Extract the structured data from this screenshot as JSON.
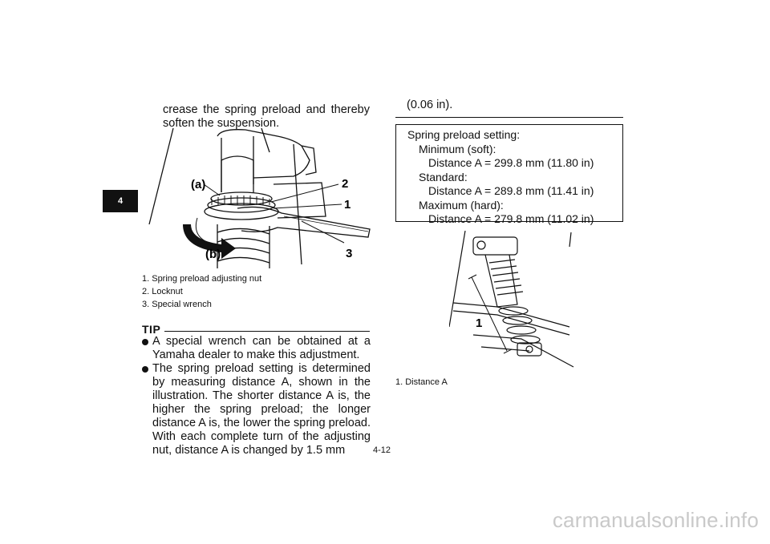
{
  "chapter_tab": "4",
  "left_column": {
    "intro_text": "crease the spring preload and thereby soften the suspension.",
    "figure1": {
      "label_a": "(a)",
      "label_b": "(b)",
      "callout_1": "1",
      "callout_2": "2",
      "callout_3": "3"
    },
    "figure1_captions": [
      "1.  Spring preload adjusting nut",
      "2.  Locknut",
      "3.  Special wrench"
    ],
    "tip": {
      "title": "TIP",
      "items": [
        "A special wrench can be obtained at a Yamaha dealer to make this adjustment.",
        "The spring preload setting is determined by measuring distance A, shown in the illustration. The shorter distance A is, the higher the spring preload; the longer distance A is, the lower the spring preload. With each complete turn of the adjusting nut, distance A is changed by 1.5 mm"
      ]
    }
  },
  "right_column": {
    "continuation": "(0.06 in).",
    "spec": {
      "heading": "Spring preload setting:",
      "min_label": "Minimum (soft):",
      "min_value": "Distance A = 299.8 mm (11.80 in)",
      "std_label": "Standard:",
      "std_value": "Distance A = 289.8 mm (11.41 in)",
      "max_label": "Maximum (hard):",
      "max_value": "Distance A = 279.8 mm (11.02 in)"
    },
    "figure2": {
      "callout_1": "1"
    },
    "figure2_caption": "1.  Distance A"
  },
  "page_number": "4-12",
  "watermark": "carmanualsonline.info"
}
